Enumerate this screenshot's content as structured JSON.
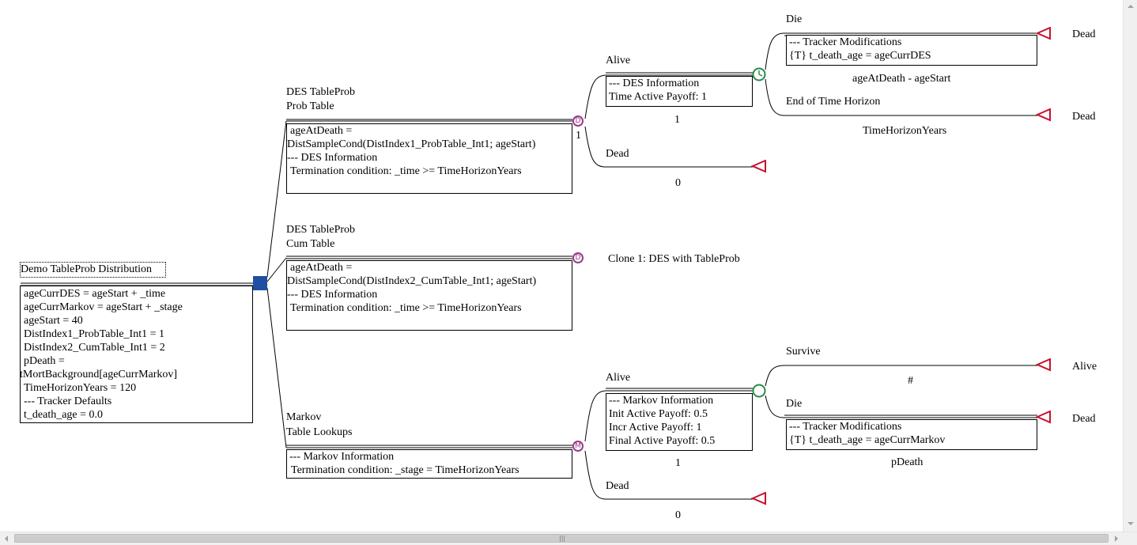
{
  "tree": {
    "root": {
      "title": "Demo TableProb Distribution",
      "definitions": [
        "ageCurrDES = ageStart + _time",
        "ageCurrMarkov = ageStart + _stage",
        "ageStart = 40",
        "DistIndex1_ProbTable_Int1 = 1",
        "DistIndex2_CumTable_Int1 = 2",
        "pDeath =",
        "tMortBackground[ageCurrMarkov]",
        "TimeHorizonYears = 120",
        "--- Tracker Defaults",
        "t_death_age = 0.0"
      ]
    },
    "branch_prob_table": {
      "label1": "DES TableProb",
      "label2": "Prob Table",
      "lines": [
        "ageAtDeath =",
        "DistSampleCond(DistIndex1_ProbTable_Int1; ageStart)",
        "--- DES Information",
        "Termination condition: _time >= TimeHorizonYears"
      ],
      "node_marker": "D",
      "prob": "1",
      "alive": {
        "label": "Alive",
        "lines": [
          "--- DES Information",
          "Time Active Payoff: 1"
        ],
        "prob": "1",
        "die": {
          "label": "Die",
          "lines": [
            "--- Tracker Modifications",
            "{T} t_death_age = ageCurrDES"
          ],
          "prob": "ageAtDeath - ageStart",
          "terminal": "Dead"
        },
        "eoth": {
          "label": "End of Time Horizon",
          "prob": "TimeHorizonYears",
          "terminal": "Dead"
        }
      },
      "dead": {
        "label": "Dead",
        "prob": "0"
      }
    },
    "branch_cum_table": {
      "label1": "DES TableProb",
      "label2": "Cum Table",
      "lines": [
        "ageAtDeath =",
        "DistSampleCond(DistIndex2_CumTable_Int1; ageStart)",
        "--- DES Information",
        "Termination condition: _time >= TimeHorizonYears"
      ],
      "node_marker": "D",
      "clone_label": "Clone 1: DES with TableProb"
    },
    "branch_markov": {
      "label1": "Markov",
      "label2": "Table Lookups",
      "lines": [
        "--- Markov Information",
        "Termination condition: _stage = TimeHorizonYears"
      ],
      "node_marker": "M",
      "alive": {
        "label": "Alive",
        "lines": [
          "--- Markov Information",
          "Init Active Payoff: 0.5",
          "Incr Active Payoff: 1",
          "Final Active Payoff: 0.5"
        ],
        "prob": "1",
        "survive": {
          "label": "Survive",
          "prob": "#",
          "terminal": "Alive"
        },
        "die": {
          "label": "Die",
          "lines": [
            "--- Tracker Modifications",
            "{T} t_death_age = ageCurrMarkov"
          ],
          "prob": "pDeath",
          "terminal": "Dead"
        }
      },
      "dead": {
        "label": "Dead",
        "prob": "0"
      }
    }
  },
  "colors": {
    "decision_node": "#1f4fa0",
    "markov_node": "#9a3a8a",
    "chance_node": "#2a8a4a",
    "terminal_node": "#c8102e",
    "line": "#000000"
  },
  "icons": {
    "decision": "square-node-icon",
    "des": "des-circle-icon",
    "markov": "markov-circle-icon",
    "chance": "chance-circle-icon",
    "tracker": "clock-chance-icon",
    "terminal": "triangle-terminal-icon"
  }
}
